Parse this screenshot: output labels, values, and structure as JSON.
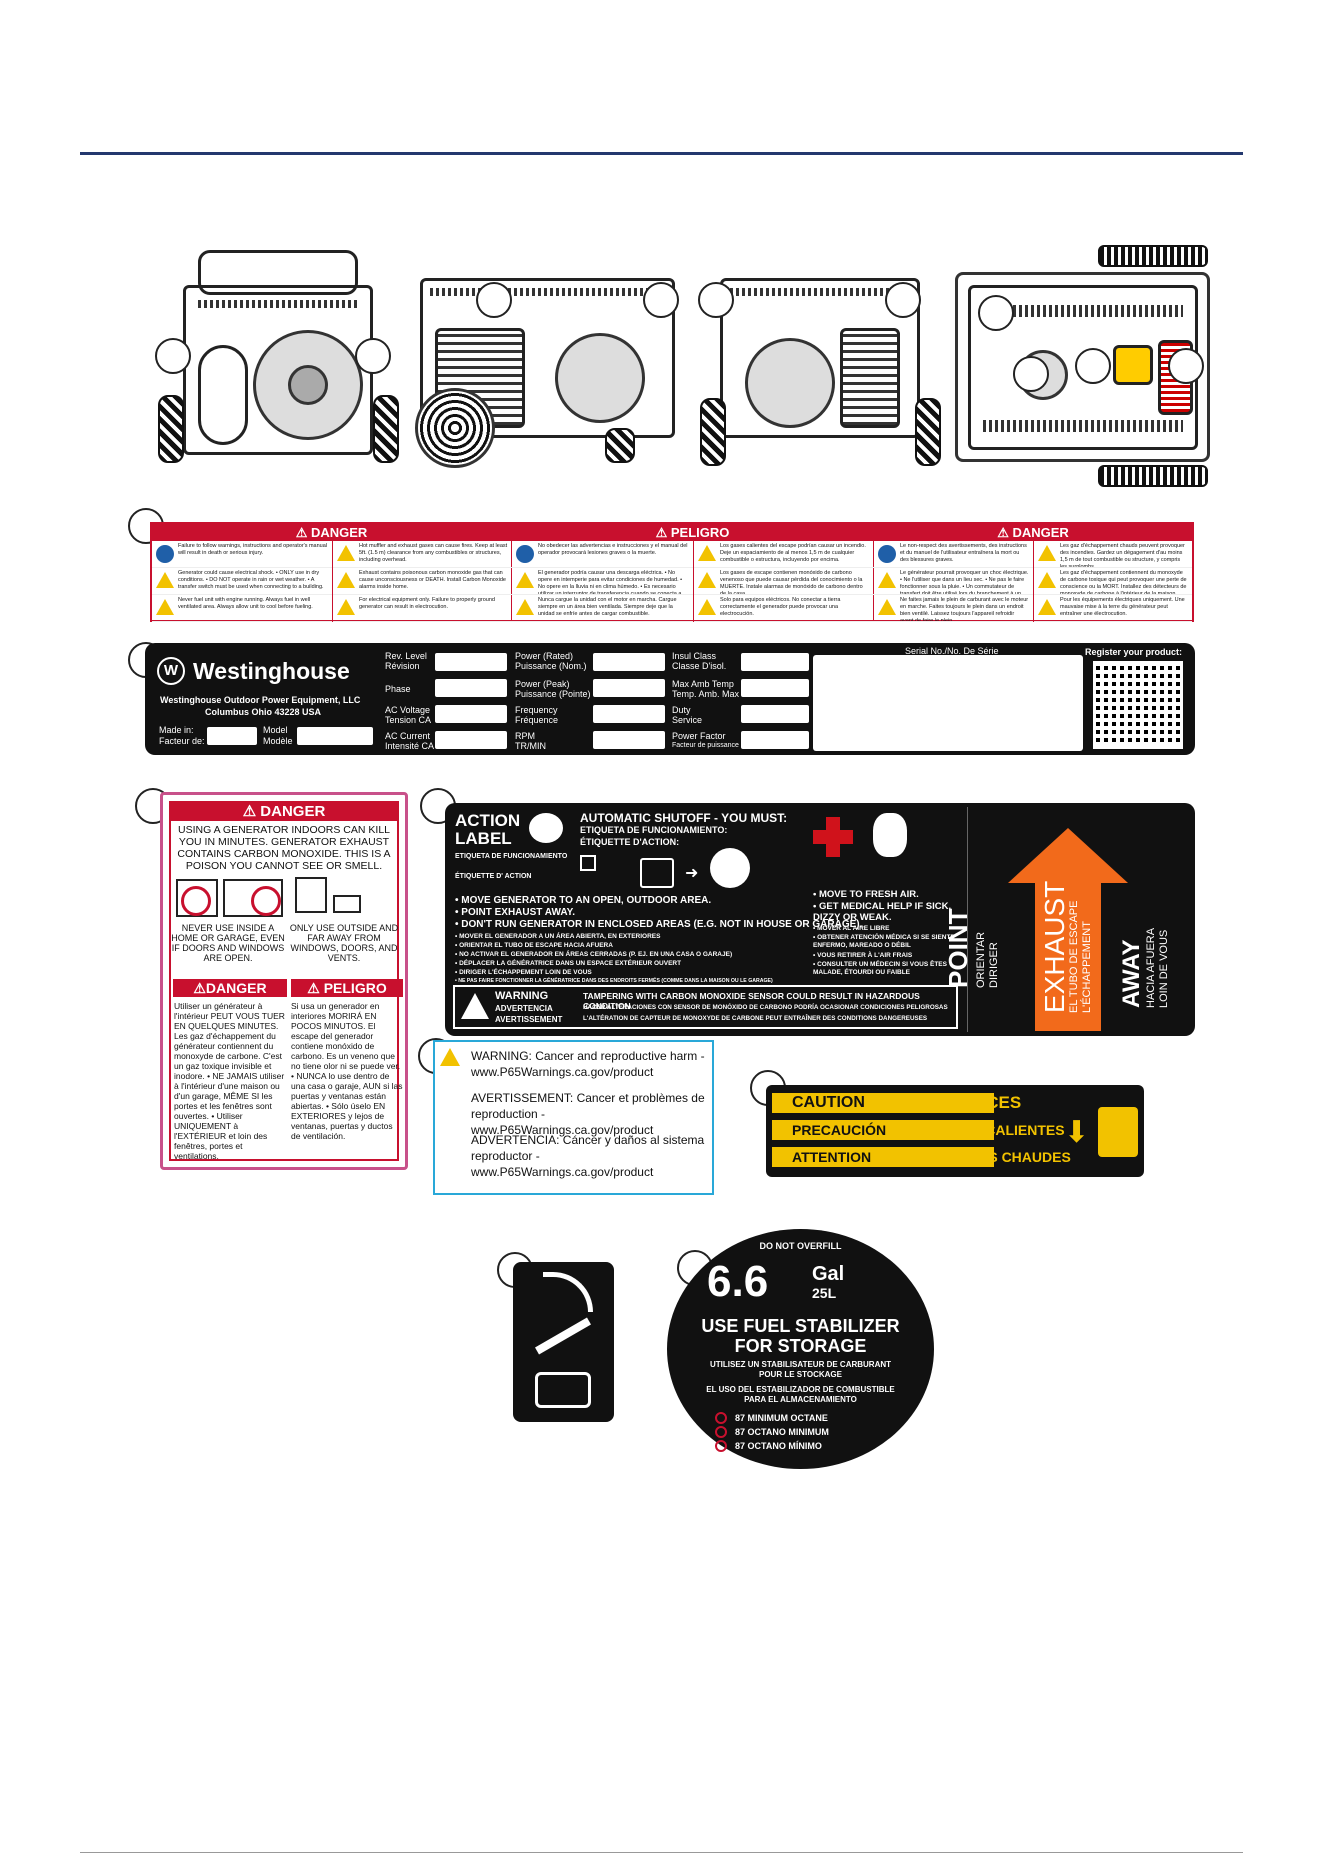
{
  "generator_views": {
    "count": 4
  },
  "label1_danger_band": {
    "en": {
      "header": "⚠ DANGER",
      "r1": "Failure to follow warnings, instructions and operator's manual will result in death or serious injury.",
      "r2": "Generator could cause electrical shock. • ONLY use in dry conditions. • DO NOT operate in rain or wet weather. • A transfer switch must be used when connecting to a building.",
      "r3": "Never fuel unit with engine running. Always fuel in well ventilated area. Always allow unit to cool before fueling.",
      "r4": "Hot muffler and exhaust gases can cause fires. Keep at least 5ft. (1.5 m) clearance from any combustibles or structures, including overhead.",
      "r5": "Exhaust contains poisonous carbon monoxide gas that can cause unconsciousness or DEATH. Install Carbon Monoxide alarms inside home.",
      "r6": "For electrical equipment only. Failure to properly ground generator can result in electrocution."
    },
    "es": {
      "header": "⚠ PELIGRO",
      "r1": "No obedecer las advertencias e instrucciones y el manual del operador provocará lesiones graves o la muerte.",
      "r2": "El generador podría causar una descarga eléctrica. • No opere en intemperie para evitar condiciones de humedad. • No opere en la lluvia ni en clima húmedo. • Es necesario utilizar un interruptor de transferencia cuando se conecta a un edificio.",
      "r3": "Nunca cargue la unidad con el motor en marcha. Cargue siempre en un área bien ventilada. Siempre deje que la unidad se enfríe antes de cargar combustible.",
      "r4": "Los gases calientes del escape podrían causar un incendio. Deje un espaciamiento de al menos 1,5 m de cualquier combustible o estructura, incluyendo por encima.",
      "r5": "Los gases de escape contienen monóxido de carbono venenoso que puede causar pérdida del conocimiento o la MUERTE. Instale alarmas de monóxido de carbono dentro de la casa.",
      "r6": "Solo para equipos eléctricos. No conectar a tierra correctamente el generador puede provocar una electrocución."
    },
    "fr": {
      "header": "⚠ DANGER",
      "r1": "Le non-respect des avertissements, des instructions et du manuel de l'utilisateur entraînera la mort ou des blessures graves.",
      "r2": "Le générateur pourrait provoquer un choc électrique. • Ne l'utiliser que dans un lieu sec. • Ne pas le faire fonctionner sous la pluie. • Un commutateur de transfert doit être utilisé lors du branchement à un bâtiment.",
      "r3": "Ne faites jamais le plein de carburant avec le moteur en marche. Faites toujours le plein dans un endroit bien ventilé. Laissez toujours l'appareil refroidir avant de faire le plein.",
      "r4": "Les gaz d'échappement chauds peuvent provoquer des incendies. Gardez un dégagement d'au moins 1,5 m de tout combustible ou structure, y compris les surplombs.",
      "r5": "Les gaz d'échappement contiennent du monoxyde de carbone toxique qui peut provoquer une perte de conscience ou la MORT. Installez des détecteurs de monoxyde de carbone à l'intérieur de la maison.",
      "r6": "Pour les équipements électriques uniquement. Une mauvaise mise à la terre du générateur peut entraîner une électrocution."
    }
  },
  "label2_plate": {
    "brand": "Westinghouse",
    "company": "Westinghouse Outdoor Power Equipment, LLC",
    "city": "Columbus Ohio 43228 USA",
    "made_in": "Made in:",
    "facteur": "Facteur de:",
    "model": "Model",
    "modele": "Modèle",
    "rev_level": "Rev. Level",
    "revision": "Révision",
    "phase": "Phase",
    "ac_voltage": "AC Voltage",
    "tension_ca": "Tension CA",
    "ac_current": "AC Current",
    "intensite_ca": "Intensité CA",
    "power_rated": "Power (Rated)",
    "puissance_nom": "Puissance (Nom.)",
    "power_peak": "Power (Peak)",
    "puissance_pointe": "Puissance (Pointe)",
    "frequency": "Frequency",
    "frequence": "Fréquence",
    "rpm": "RPM",
    "trmin": "TR/MIN",
    "insul_class": "Insul Class",
    "classe_disol": "Classe D'isol.",
    "max_amb_temp": "Max Amb Temp",
    "temp_amb_max": "Temp. Amb. Max",
    "duty": "Duty",
    "service": "Service",
    "power_factor": "Power Factor",
    "facteur_puissance": "Facteur de puissance",
    "serial": "Serial No./No. De Série",
    "register": "Register your product:"
  },
  "label3_co": {
    "header": "⚠ DANGER",
    "msg": "USING A GENERATOR INDOORS CAN KILL YOU IN MINUTES. GENERATOR EXHAUST CONTAINS CARBON MONOXIDE. THIS IS A POISON YOU CANNOT SEE OR SMELL.",
    "never": "NEVER USE INSIDE A HOME OR GARAGE, EVEN IF DOORS AND WINDOWS ARE OPEN.",
    "only": "ONLY USE OUTSIDE AND FAR AWAY FROM WINDOWS, DOORS, AND VENTS.",
    "fr_header": "⚠DANGER",
    "es_header": "⚠ PELIGRO",
    "fr_text": "Utiliser un générateur à l'intérieur PEUT VOUS TUER EN QUELQUES MINUTES. Les gaz d'échappement du générateur contiennent du monoxyde de carbone. C'est un gaz toxique invisible et inodore. • NE JAMAIS utiliser à l'intérieur d'une maison ou d'un garage, MÊME SI les portes et les fenêtres sont ouvertes. • Utiliser UNIQUEMENT à l'EXTÉRIEUR et loin des fenêtres, portes et ventilations.",
    "es_text": "Si usa un generador en interiores MORIRÁ EN POCOS MINUTOS. El escape del generador contiene monóxido de carbono. Es un veneno que no tiene olor ni se puede ver. • NUNCA lo use dentro de una casa o garaje, AUN si las puertas y ventanas están abiertas. • Sólo úselo EN EXTERIORES y lejos de ventanas, puertas y ductos de ventilación."
  },
  "label4_action": {
    "title1": "ACTION",
    "title2": "LABEL",
    "sub_es": "ETIQUETA DE FUNCIONAMIENTO",
    "sub_fr": "ÉTIQUETTE D' ACTION",
    "auto_title": "AUTOMATIC SHUTOFF - YOU MUST:",
    "auto_es": "ETIQUETA DE FUNCIONAMIENTO:",
    "auto_fr": "ÉTIQUETTE D'ACTION:",
    "b1": "• MOVE GENERATOR TO AN OPEN, OUTDOOR AREA.",
    "b2": "• POINT EXHAUST AWAY.",
    "b3": "• DON'T RUN GENERATOR IN ENCLOSED AREAS (E.G. NOT IN HOUSE OR GARAGE).",
    "b4": "• MOVER EL GENERADOR A UN ÁREA ABIERTA, EN EXTERIORES",
    "b5": "• ORIENTAR EL TUBO DE ESCAPE HACIA AFUERA",
    "b6": "• NO ACTIVAR EL GENERADOR EN ÁREAS CERRADAS (P. EJ. EN UNA CASA O GARAJE)",
    "b7": "• DÉPLACER LA GÉNÉRATRICE DANS UN ESPACE EXTÉRIEUR OUVERT",
    "b8": "• DIRIGER L'ÉCHAPPEMENT LOIN DE VOUS",
    "b9": "• NE PAS FAIRE FONCTIONNER LA GÉNÉRATRICE DANS DES ENDROITS FERMÉS (COMME DANS LA MAISON OU LE GARAGE)",
    "m1": "• MOVE TO FRESH AIR.",
    "m2": "• GET MEDICAL HELP IF SICK, DIZZY OR WEAK.",
    "m3": "• MOVER AL AIRE LIBRE",
    "m4": "• OBTENER ATENCIÓN MÉDICA SI SE SIENTE ENFERMO, MAREADO O DÉBIL",
    "m5": "• VOUS RETIRER À L'AIR FRAIS",
    "m6": "• CONSULTER UN MÉDECIN SI VOUS ÊTES MALADE, ÉTOURDI OU FAIBLE",
    "warning": "WARNING",
    "advertencia": "ADVERTENCIA",
    "avertissement": "AVERTISSEMENT",
    "tamper_en": "TAMPERING WITH CARBON MONOXIDE SENSOR COULD RESULT IN HAZARDOUS CONDITION",
    "tamper_es": "HACER ALTERACIONES CON SENSOR DE MONÓXIDO DE CARBONO PODRÍA OCASIONAR CONDICIONES PELIGROSAS",
    "tamper_fr": "L'ALTÉRATION DE CAPTEUR DE MONOXYDE DE CARBONE PEUT ENTRAÎNER DES CONDITIONS DANGEREUSES",
    "point": "POINT",
    "orientar": "ORIENTAR",
    "diriger": "DIRIGER",
    "exhaust": "EXHAUST",
    "tubo": "EL TUBO DE ESCAPE",
    "echappement": "L'ÉCHAPPEMENT",
    "away": "AWAY",
    "hacia": "HACIA AFUERA",
    "loin": "LOIN DE VOUS"
  },
  "label5_p65": {
    "en1": "WARNING: Cancer and reproductive harm -",
    "en2": "www.P65Warnings.ca.gov/product",
    "fr1": "AVERTISSEMENT: Cancer et problèmes de",
    "fr2": "reproduction - www.P65Warnings.ca.gov/product",
    "es1": "ADVERTENCIA: Cáncer y daños al sistema",
    "es2": "reproductor - www.P65Warnings.ca.gov/product"
  },
  "label6_caution": {
    "caution": "CAUTION",
    "precaucion": "PRECAUCIÓN",
    "attention": "ATTENTION",
    "hot_en": "HOT SURFACES",
    "hot_es": "SUPERFICIES CALIENTES",
    "hot_fr": "AUX SURFACES CHAUDES"
  },
  "label8_fuel": {
    "overfill": "DO NOT OVERFILL",
    "gallons": "6.6",
    "gal": "Gal",
    "liters": "25L",
    "stab1": "USE FUEL STABILIZER",
    "stab2": "FOR STORAGE",
    "fr1": "UTILISEZ UN STABILISATEUR DE CARBURANT",
    "fr2": "POUR LE STOCKAGE",
    "es1": "EL USO DEL ESTABILIZADOR DE COMBUSTIBLE",
    "es2": "PARA EL ALMACENAMIENTO",
    "oct1": "87 MINIMUM OCTANE",
    "oct2": "87 OCTANO MINIMUM",
    "oct3": "87 OCTANO MÍNIMO"
  },
  "colors": {
    "rule": "#23386e",
    "danger_red": "#c8102e",
    "caution_yellow": "#f2c200",
    "exhaust_orange": "#f26a1b",
    "p65_blue": "#29a8d8",
    "co_border": "#c8518a"
  }
}
